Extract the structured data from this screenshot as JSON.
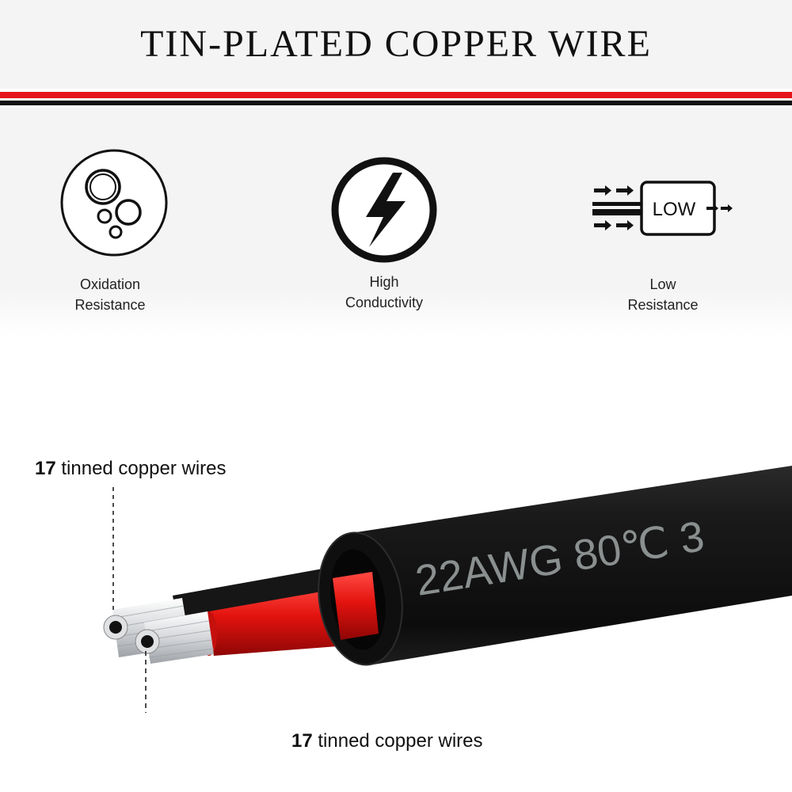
{
  "header": {
    "title": "TIN-PLATED COPPER WIRE"
  },
  "colors": {
    "accent_red": "#e5141b",
    "stripe_black": "#111111",
    "background": "#f4f4f4",
    "cable_jacket": "#111111",
    "print_text": "#8a8f8f"
  },
  "features": [
    {
      "icon": "bubbles-icon",
      "line1": "Oxidation",
      "line2": "Resistance"
    },
    {
      "icon": "lightning-bolt-icon",
      "line1": "High",
      "line2": "Conductivity"
    },
    {
      "icon": "low-resistance-flow-icon",
      "line1": "Low",
      "line2": "Resistance",
      "badge": "LOW"
    }
  ],
  "cable": {
    "jacket_print": "22AWG 80℃ 3"
  },
  "callouts": {
    "top": {
      "count": "17",
      "text": "tinned copper wires"
    },
    "bottom": {
      "count": "17",
      "text": "tinned copper wires"
    }
  }
}
